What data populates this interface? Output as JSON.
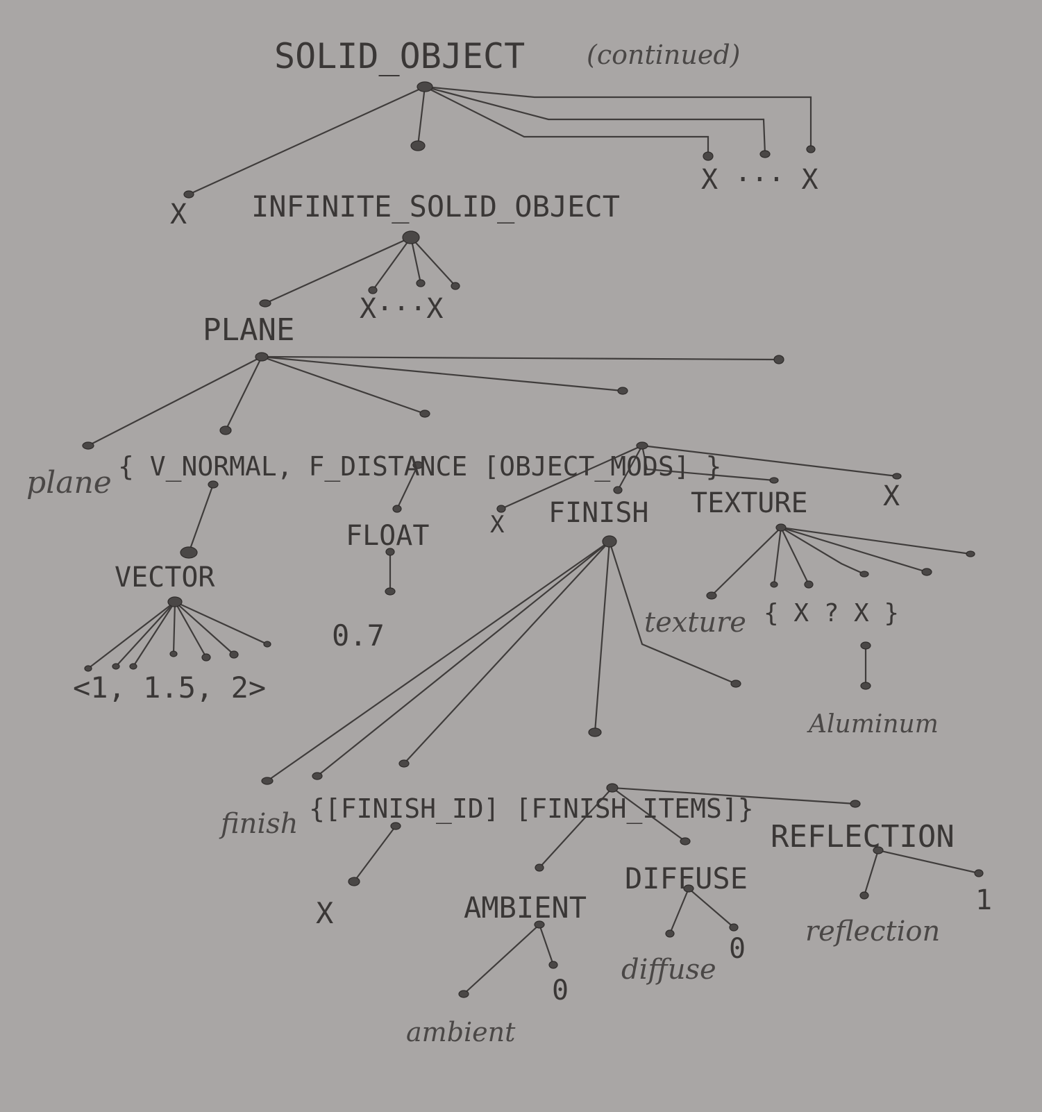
{
  "title": "SOLID_OBJECT",
  "title_note": "(continued)",
  "labels": {
    "x_left": "X",
    "infinite_solid_object": "INFINITE_SOLID_OBJECT",
    "x_dots_x_top": "X ··· X",
    "plane": "PLANE",
    "x_dots_x_mid": "X···X",
    "plane_kw": "plane",
    "plane_rule": "{ V_NORMAL, F_DISTANCE [OBJECT_MODS] }",
    "vector": "VECTOR",
    "vector_value": "<1, 1.5, 2>",
    "float": "FLOAT",
    "float_value": "0.7",
    "x_mods": "X",
    "finish": "FINISH",
    "texture": "TEXTURE",
    "x_mods_end": "X",
    "texture_kw": "texture",
    "texture_rule": "{ X  ?  X }",
    "aluminum": "Aluminum",
    "finish_kw": "finish",
    "finish_rule": "{[FINISH_ID] [FINISH_ITEMS]}",
    "x_finish_id": "X",
    "ambient": "AMBIENT",
    "diffuse": "DIFFUSE",
    "reflection": "REFLECTION",
    "ambient_kw": "ambient",
    "ambient_val": "0",
    "diffuse_kw": "diffuse",
    "diffuse_val": "0",
    "reflection_kw": "reflection",
    "reflection_val": "1"
  }
}
